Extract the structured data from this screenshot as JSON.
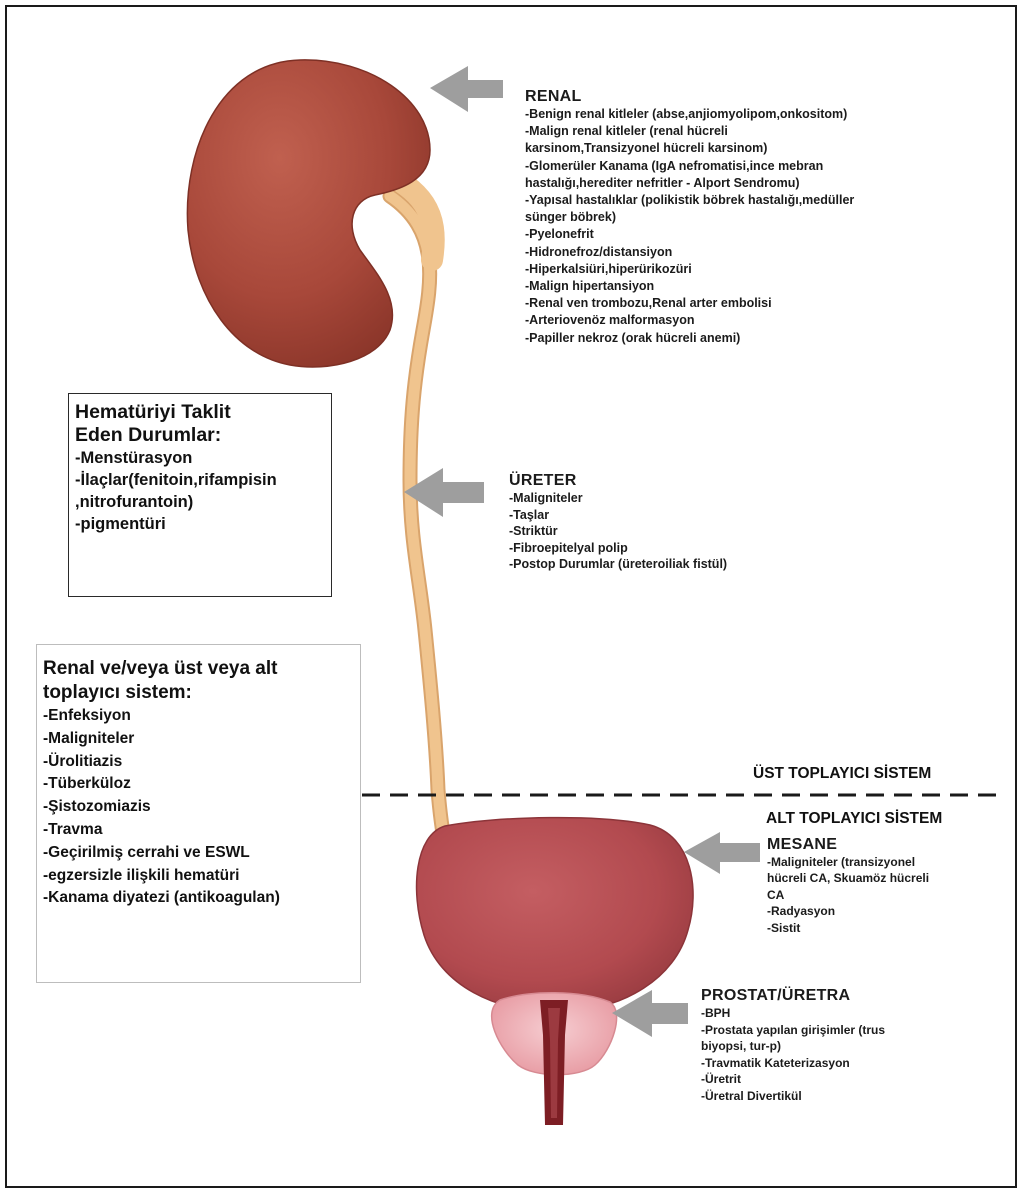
{
  "colors": {
    "kidney": "#a8483a",
    "bladder": "#b24a4f",
    "ureter": "#f0c48e",
    "prostate": "#f0b4ba",
    "urethra": "#7d1e24",
    "arrow": "#9e9e9e"
  },
  "icons": [
    "kidney-illustration",
    "ureter-illustration",
    "bladder-illustration",
    "prostate-illustration",
    "arrow-left-icon"
  ],
  "renal": {
    "title": "RENAL",
    "items": [
      "-Benign renal kitleler (abse,anjiomyolipom,onkositom)",
      "-Malign renal kitleler (renal hücreli",
      "karsinom,Transizyonel hücreli karsinom)",
      "-Glomerüler Kanama (IgA nefromatisi,ince mebran",
      "hastalığı,herediter nefritler - Alport Sendromu)",
      "-Yapısal hastalıklar (polikistik böbrek hastalığı,medüller",
      "sünger böbrek)",
      "-Pyelonefrit",
      "-Hidronefroz/distansiyon",
      "-Hiperkalsiüri,hiperürikozüri",
      "-Malign hipertansiyon",
      "-Renal ven trombozu,Renal arter embolisi",
      "-Arteriovenöz malformasyon",
      "-Papiller nekroz (orak hücreli anemi)"
    ]
  },
  "ureter": {
    "title": "ÜRETER",
    "items": [
      "-Maligniteler",
      "-Taşlar",
      "-Striktür",
      "-Fibroepitelyal polip",
      "-Postop Durumlar (üreteroiliak fistül)"
    ]
  },
  "mimic_box": {
    "title_line1": "Hematüriyi Taklit",
    "title_line2": "Eden Durumlar:",
    "items": [
      "-Menstürasyon",
      "-İlaçlar(fenitoin,rifampisin",
      ",nitrofurantoin)",
      "-pigmentüri"
    ]
  },
  "system_box": {
    "title_line1": "Renal ve/veya üst veya alt",
    "title_line2": "toplayıcı sistem:",
    "items": [
      "-Enfeksiyon",
      "-Maligniteler",
      "-Ürolitiazis",
      "-Tüberküloz",
      "-Şistozomiazis",
      "-Travma",
      "-Geçirilmiş cerrahi ve ESWL",
      "-egzersizle ilişkili hematüri",
      "-Kanama diyatezi (antikoagulan)"
    ]
  },
  "divider": {
    "upper_label": "ÜST TOPLAYICI SİSTEM",
    "lower_label": "ALT TOPLAYICI SİSTEM"
  },
  "mesane": {
    "title": "MESANE",
    "items": [
      "-Maligniteler (transizyonel",
      "hücreli CA, Skuamöz hücreli",
      "CA",
      "-Radyasyon",
      "-Sistit"
    ]
  },
  "prostat": {
    "title": "PROSTAT/ÜRETRA",
    "items": [
      "-BPH",
      "-Prostata yapılan girişimler (trus",
      "biyopsi, tur-p)",
      "-Travmatik Kateterizasyon",
      "-Üretrit",
      "-Üretral Divertikül"
    ]
  }
}
